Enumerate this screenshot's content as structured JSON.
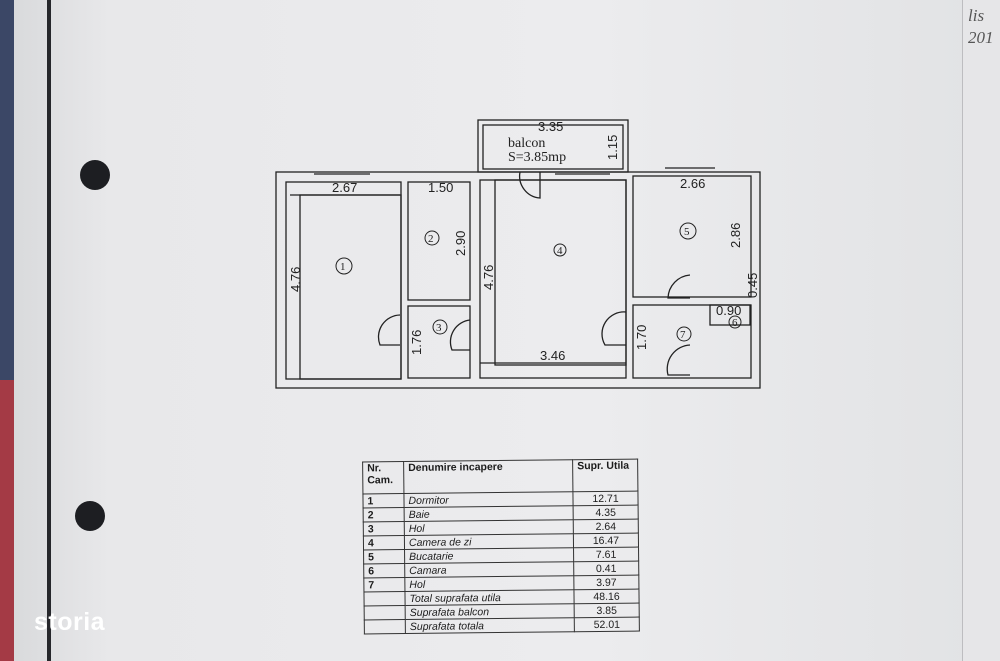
{
  "plan": {
    "balcony": {
      "label": "balcon",
      "area": "S=3.85mp",
      "width": "3.35",
      "depth": "1.15"
    },
    "dimensions": {
      "room1_width": "2.67",
      "room1_length": "4.76",
      "room2_width": "1.50",
      "room2_length": "2.90",
      "room3_length": "1.76",
      "room4_length": "4.76",
      "room4_width": "3.46",
      "room5_width": "2.66",
      "room5_length": "2.86",
      "room6_width": "0.90",
      "room6_length": "0.45",
      "room7_length": "1.70"
    },
    "room_numbers": [
      "1",
      "2",
      "3",
      "4",
      "5",
      "6",
      "7"
    ]
  },
  "table": {
    "headers": {
      "nr": "Nr. Cam.",
      "name": "Denumire incapere",
      "area": "Supr. Utila"
    },
    "rows": [
      {
        "nr": "1",
        "name": "Dormitor",
        "area": "12.71"
      },
      {
        "nr": "2",
        "name": "Baie",
        "area": "4.35"
      },
      {
        "nr": "3",
        "name": "Hol",
        "area": "2.64"
      },
      {
        "nr": "4",
        "name": "Camera  de zi",
        "area": "16.47"
      },
      {
        "nr": "5",
        "name": "Bucatarie",
        "area": "7.61"
      },
      {
        "nr": "6",
        "name": "Camara",
        "area": "0.41"
      },
      {
        "nr": "7",
        "name": "Hol",
        "area": "3.97"
      },
      {
        "nr": "",
        "name": "Total suprafata utila",
        "area": "48.16"
      },
      {
        "nr": "",
        "name": "Suprafata balcon",
        "area": "3.85"
      },
      {
        "nr": "",
        "name": "Suprafata totala",
        "area": "52.01"
      }
    ]
  },
  "watermark": "storia",
  "handwriting": [
    "lis",
    "201"
  ]
}
